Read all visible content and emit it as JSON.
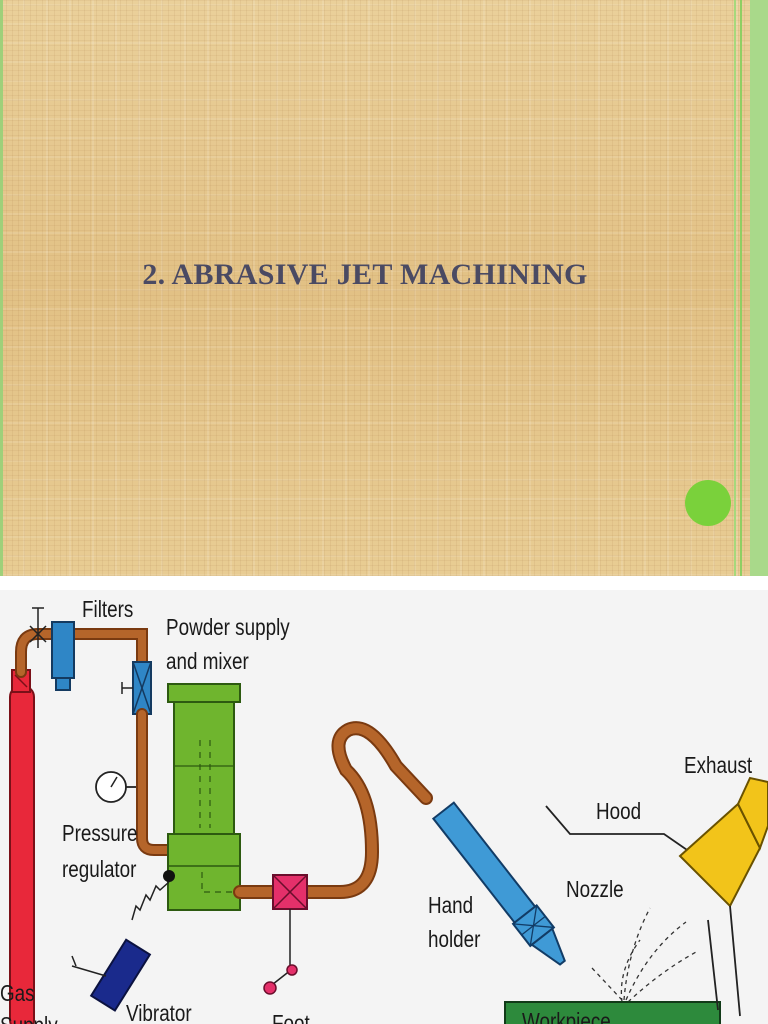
{
  "slide": {
    "title": "2. ABRASIVE JET MACHINING",
    "accent_color": "#7ad13b",
    "title_color": "#4a4a63"
  },
  "diagram": {
    "labels": {
      "filters": "Filters",
      "powder_supply": "Powder supply",
      "and_mixer": "and mixer",
      "pressure": "Pressure",
      "regulator": "regulator",
      "gas": "Gas",
      "supply": "Supply",
      "vibrator": "Vibrator",
      "foot": "Foot",
      "hand": "Hand",
      "holder": "holder",
      "nozzle": "Nozzle",
      "hood": "Hood",
      "exhaust": "Exhaust",
      "workpiece": "Workpiece"
    },
    "colors": {
      "cylinder": "#e8283a",
      "pipe": "#b5652a",
      "mixer": "#6fb52e",
      "filter": "#2f86c6",
      "valve": "#e4306a",
      "hand_holder": "#3f9ad6",
      "vibrator": "#1a2a8c",
      "exhaust": "#f2c41a",
      "workpiece": "#2d8a3c"
    }
  }
}
